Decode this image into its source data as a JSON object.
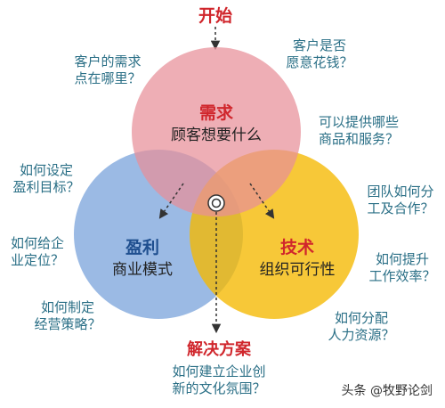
{
  "start": "开始",
  "end": "解决方案",
  "circles": {
    "demand": {
      "title": "需求",
      "subtitle": "顾客想要什么"
    },
    "profit": {
      "title": "盈利",
      "subtitle": "商业模式"
    },
    "tech": {
      "title": "技术",
      "subtitle": "组织可行性"
    }
  },
  "questions": {
    "q1": [
      "客户的需求",
      "点在哪里？"
    ],
    "q2": [
      "客户是否",
      "愿意花钱？"
    ],
    "q3": [
      "可以提供哪些",
      "商品和服务？"
    ],
    "q4": [
      "如何设定",
      "盈利目标？"
    ],
    "q5": [
      "团队如何分",
      "工及合作？"
    ],
    "q6": [
      "如何给企",
      "业定位？"
    ],
    "q7": [
      "如何提升",
      "工作效率？"
    ],
    "q8": [
      "如何制定",
      "经营策略？"
    ],
    "q9": [
      "如何分配",
      "人力资源？"
    ],
    "q10": [
      "如何建立企业创",
      "新的文化氛围？"
    ]
  },
  "watermark": "头条 @牧野论剑",
  "colors": {
    "demand": "#e88f98",
    "profit": "#7fa7dd",
    "tech": "#f5b800",
    "accent_red": "#d0262c",
    "question_text": "#2a6f86"
  }
}
